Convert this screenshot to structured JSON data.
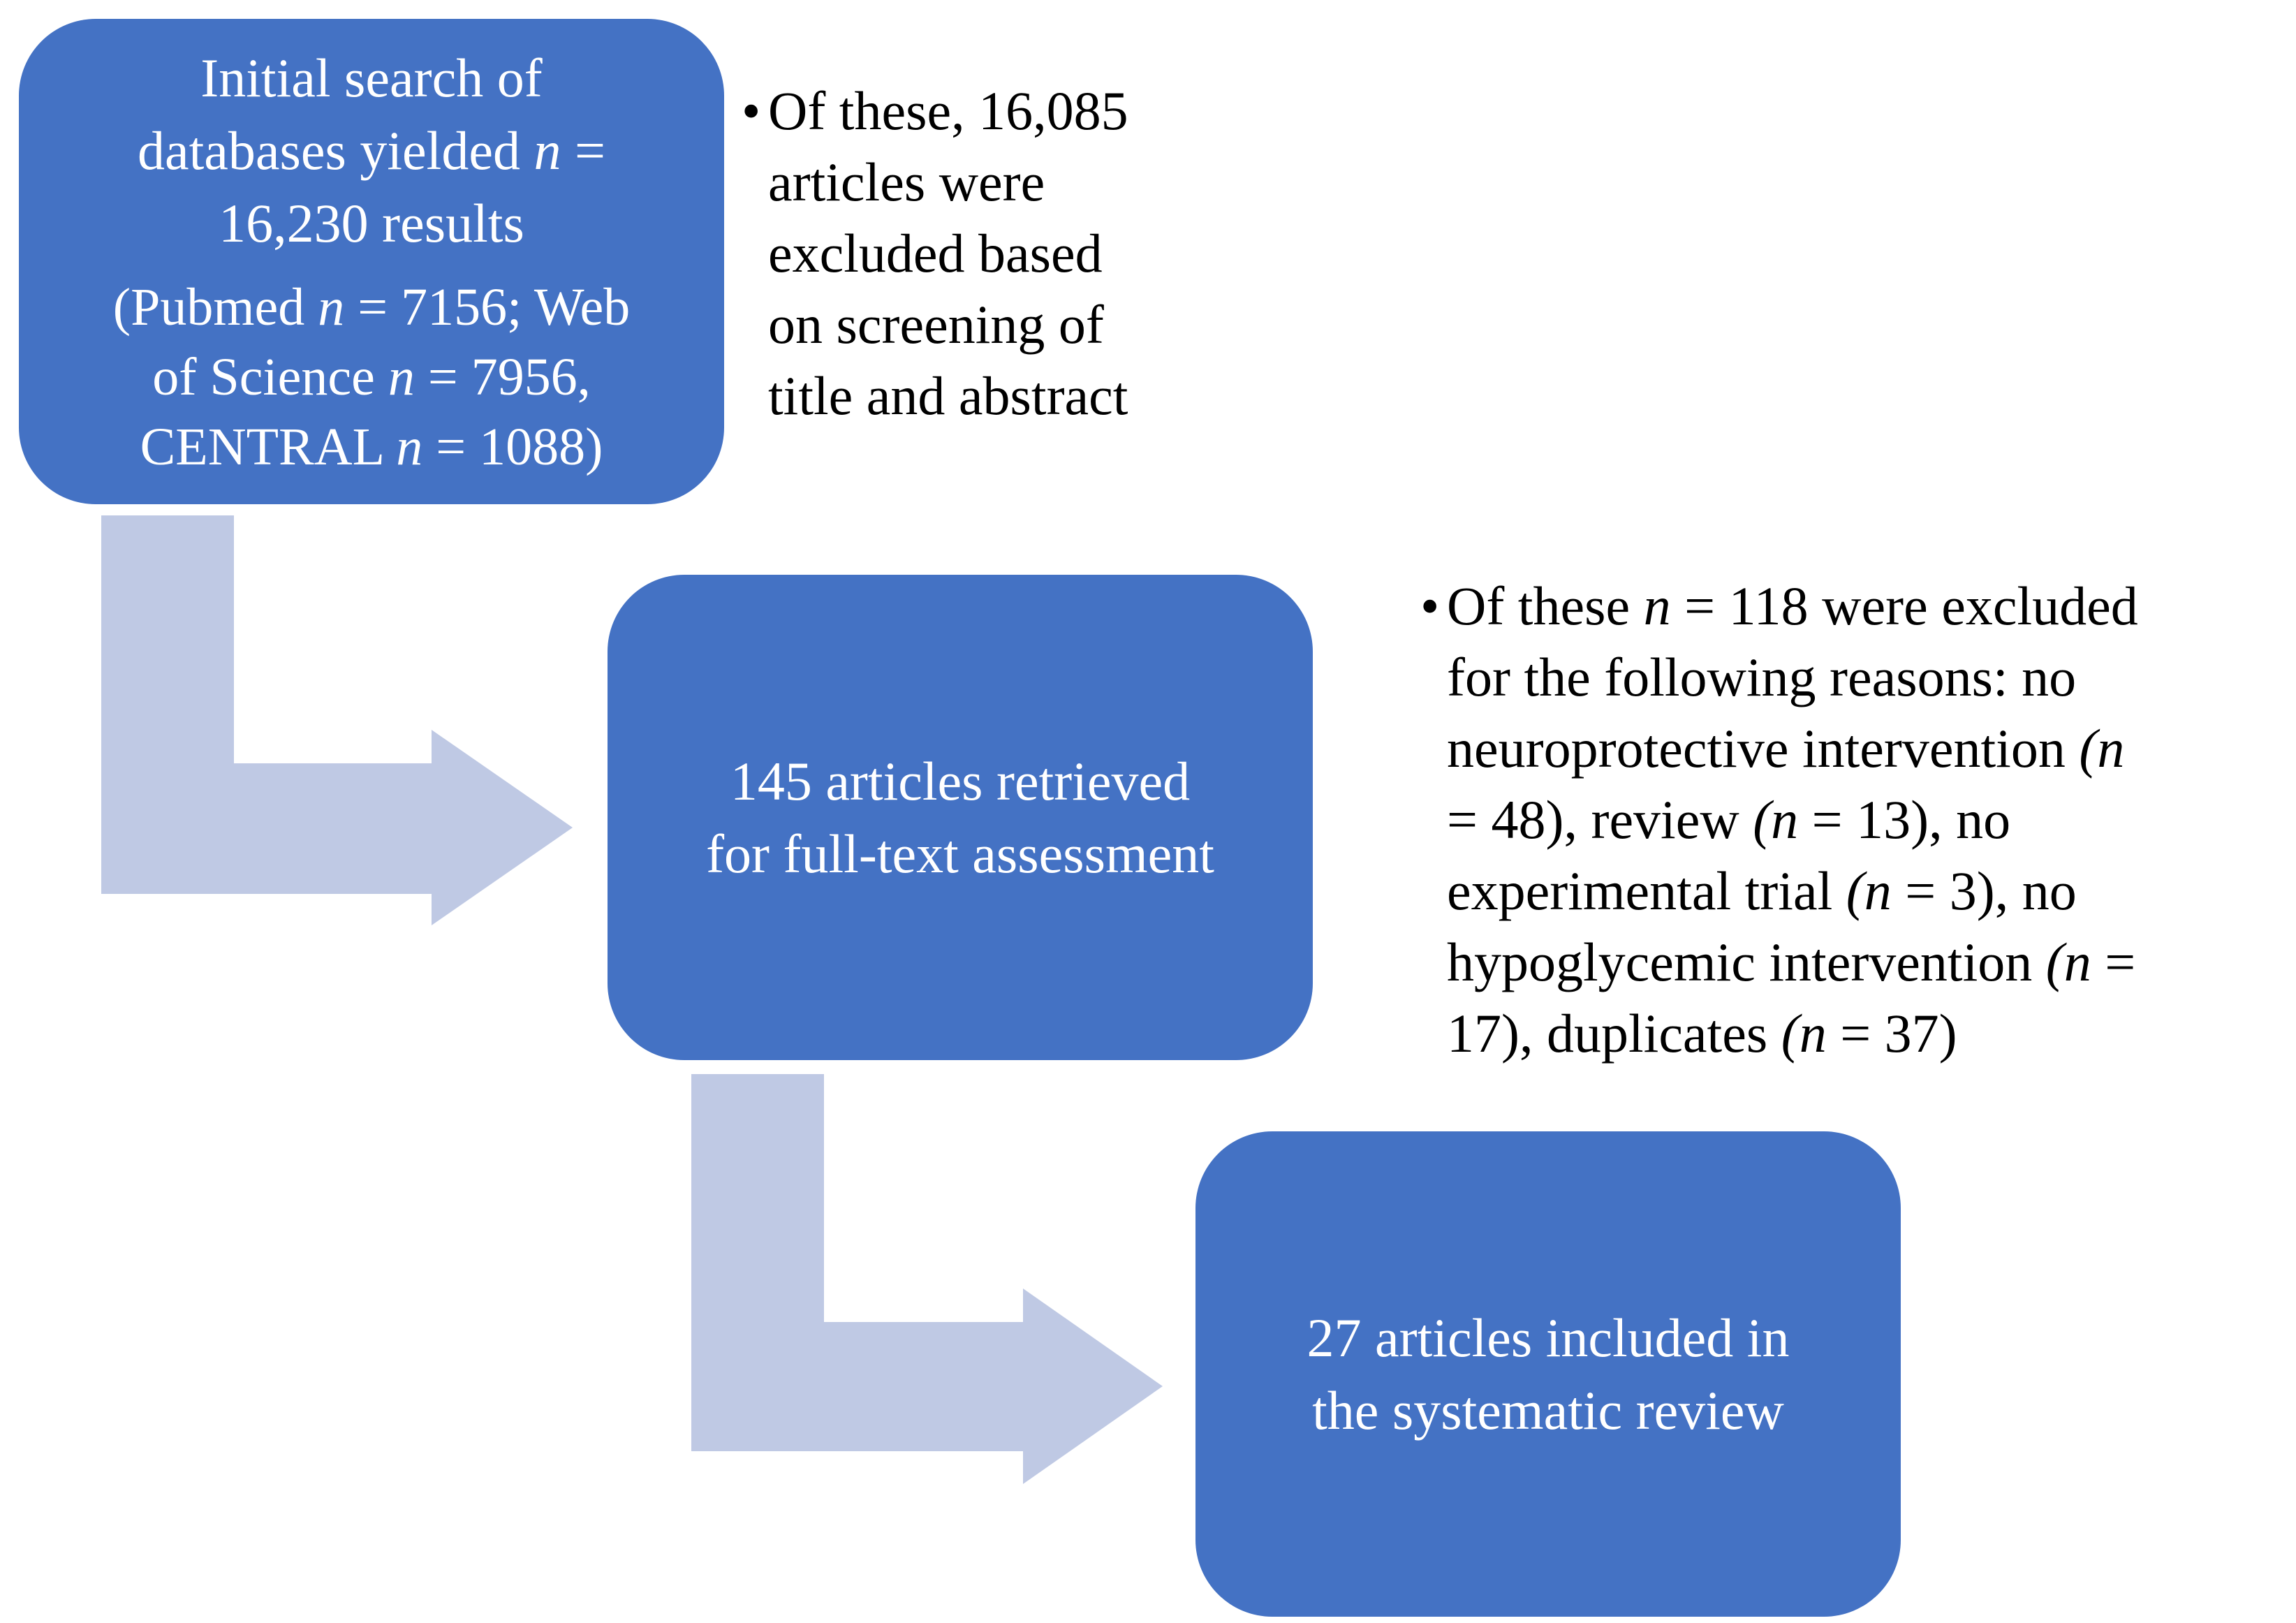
{
  "colors": {
    "box_fill": "#4472c4",
    "box_text": "#ffffff",
    "arrow_fill": "#bfc9e4",
    "note_text": "#000000"
  },
  "box1": {
    "line1a": "Initial search of",
    "line1b": "databases yielded",
    "n_symbol": "n",
    "line1c": "=",
    "line1d": "16,230 results",
    "p2_open": "(Pubmed",
    "p2_eq1": "= 7156; Web",
    "p2_of": "of Science",
    "p2_eq2": "= 7956,",
    "p2_central": "CENTRAL",
    "p2_eq3": "= 1088)"
  },
  "box2": {
    "line1": "145 articles retrieved",
    "line2": "for full-text assessment"
  },
  "box3": {
    "line1": "27 articles included in",
    "line2": "the systematic review"
  },
  "note1": {
    "bullet": "•",
    "line1": "Of these, 16,085",
    "line2": "articles were",
    "line3": "excluded based",
    "line4": "on screening of",
    "line5": "title and abstract"
  },
  "note2": {
    "bullet": "•",
    "t1": "Of these",
    "t2": "= 118 were excluded",
    "t3": "for the following reasons: no",
    "t4": "neuroprotective intervention",
    "t5": "= 48), review",
    "t6": "= 13), no",
    "t7": "experimental trial",
    "t8": "= 3), no",
    "t9": "hypoglycemic intervention",
    "t10": "=",
    "t11": "17), duplicates",
    "t12": "= 37)",
    "open_paren": "(",
    "n_symbol": "n"
  }
}
